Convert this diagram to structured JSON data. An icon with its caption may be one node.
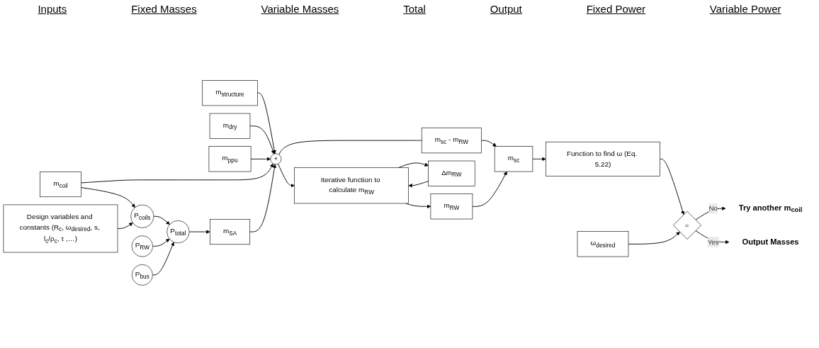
{
  "diagram": {
    "nodes": [
      {
        "text": [
          "m$_{coil}$"
        ]
      },
      {
        "text": [
          "Design variables and constants (R$_{c}$, ω$_{desired}$, s, l$_{c}$/ρ$_{c}$, τ ,…)"
        ]
      },
      {
        "text": [
          "m$_{dry}$"
        ]
      },
      {
        "text": [
          "m$_{structure}$"
        ]
      },
      {
        "text": [
          "m$_{ppu}$"
        ]
      },
      {
        "text": [
          "+"
        ]
      },
      {
        "text": [
          "m$_{sc}$ - m$_{RW}$"
        ]
      },
      {
        "text": [
          "Iterative function to calculate m$_{RW}$"
        ]
      },
      {
        "text": [
          "Δm$_{RW}$"
        ]
      },
      {
        "text": [
          "m$_{SA}$"
        ]
      },
      {
        "text": [
          "m$_{RW}$"
        ]
      },
      {
        "text": [
          "m$_{sc}$"
        ]
      },
      {
        "text": [
          "Function to find ω (Eq. 5.22)"
        ]
      },
      {
        "text": [
          "ω$_{desired}$"
        ]
      },
      {
        "text": [
          "="
        ]
      },
      {
        "text": [
          "Try another m$_{coil}$"
        ]
      },
      {
        "text": [
          "Output Masses"
        ]
      },
      {
        "text": [
          "P$_{coils}$"
        ]
      },
      {
        "text": [
          "P$_{RW}$"
        ]
      },
      {
        "text": [
          "P$_{bus}$"
        ]
      },
      {
        "text": [
          "P$_{total}$"
        ]
      }
    ],
    "edges": [
      {
        "from": 3,
        "to": 5,
        "arrow": "to"
      },
      {
        "from": 2,
        "to": 5,
        "arrow": "to"
      },
      {
        "from": 4,
        "to": 5,
        "arrow": "to"
      },
      {
        "from": 0,
        "to": 5,
        "arrow": "to"
      },
      {
        "from": 9,
        "to": 5,
        "arrow": "to"
      },
      {
        "from": 5,
        "to": 7,
        "arrow": "to"
      },
      {
        "from": 5,
        "to": 6,
        "arrow": "none"
      },
      {
        "from": 7,
        "to": 10,
        "arrow": "to"
      },
      {
        "from": 7,
        "to": 8,
        "arrow": "to"
      },
      {
        "from": 8,
        "to": 7,
        "arrow": "to"
      },
      {
        "from": 6,
        "to": 11,
        "arrow": "to"
      },
      {
        "from": 10,
        "to": 11,
        "arrow": "to"
      },
      {
        "from": 11,
        "to": 12,
        "arrow": "to"
      },
      {
        "from": 12,
        "to": 14,
        "arrow": "to"
      },
      {
        "from": 13,
        "to": 14,
        "arrow": "to"
      },
      {
        "from": 14,
        "to": 15,
        "arrow": "to",
        "label": "No"
      },
      {
        "from": 14,
        "to": 16,
        "arrow": "to",
        "label": "Yes"
      },
      {
        "from": 0,
        "to": 17,
        "arrow": "to"
      },
      {
        "from": 1,
        "to": 17,
        "arrow": "to"
      },
      {
        "from": 17,
        "to": 20,
        "arrow": "to"
      },
      {
        "from": 18,
        "to": 20,
        "arrow": "to"
      },
      {
        "from": 19,
        "to": 20,
        "arrow": "to"
      },
      {
        "from": 20,
        "to": 9,
        "arrow": "to"
      }
    ],
    "labels": [
      "Inputs",
      "Fixed Masses",
      "Variable Masses",
      "Total",
      "Output",
      "Fixed Power",
      "Variable Power"
    ]
  }
}
